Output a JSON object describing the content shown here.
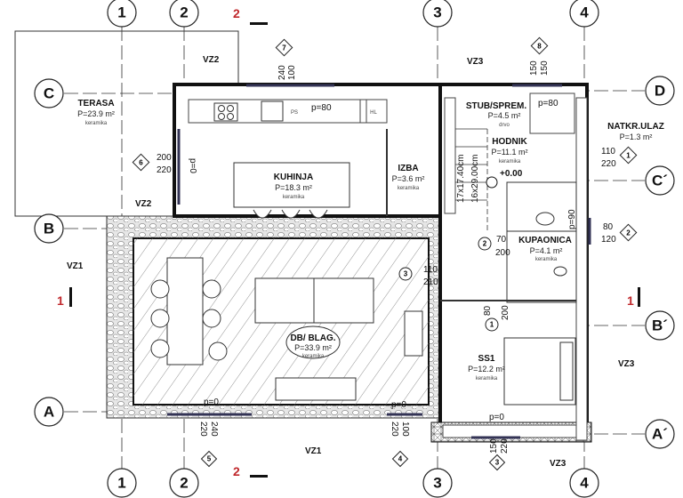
{
  "axes": {
    "columns": [
      "1",
      "2",
      "3",
      "4"
    ],
    "rows_left": [
      "C",
      "B",
      "A"
    ],
    "rows_right": [
      "D",
      "C´",
      "B´",
      "A´"
    ]
  },
  "sections": {
    "s1": "1",
    "s2": "2"
  },
  "rooms": {
    "terasa": {
      "name": "TERASA",
      "area": "P=23.9 m²",
      "floor": "keramika"
    },
    "kuhinja": {
      "name": "KUHINJA",
      "area": "P=18.3 m²",
      "floor": "keramika"
    },
    "izba": {
      "name": "IZBA",
      "area": "P=3.6 m²",
      "floor": "keramika"
    },
    "stub": {
      "name": "STUB/SPREM.",
      "area": "P=4.5 m²",
      "floor": "drvo"
    },
    "hodnik": {
      "name": "HODNIK",
      "area": "P=11.1 m²",
      "floor": "keramika",
      "level": "+0.00"
    },
    "natkr": {
      "name": "NATKR.ULAZ",
      "area": "P=1.3 m²"
    },
    "kupaonica": {
      "name": "KUPAONICA",
      "area": "P=4.1 m²",
      "floor": "keramika"
    },
    "dnevni": {
      "name": "DB/ BLAG.",
      "area": "P=33.9 m²",
      "floor": "keramika"
    },
    "ss1": {
      "name": "SS1",
      "area": "P=12.2 m²",
      "floor": "keramika"
    }
  },
  "wall_labels": {
    "vz1": "VZ1",
    "vz2": "VZ2",
    "vz3": "VZ3"
  },
  "stairs": {
    "a": "17x17.40cm",
    "b": "16x29.00cm"
  },
  "kitchen_items": {
    "ps": "PS",
    "hl": "HL"
  },
  "openings": [
    {
      "mark": "7",
      "w": "240",
      "h": "100"
    },
    {
      "mark": "8",
      "w": "150",
      "h": "150"
    },
    {
      "mark": "6",
      "w": "200",
      "h": "220"
    },
    {
      "mark": "1",
      "w": "110",
      "h": "220"
    },
    {
      "mark": "2",
      "w": "80",
      "h": "120"
    },
    {
      "mark": "5",
      "w": "220",
      "h": "240"
    },
    {
      "mark": "4",
      "w": "220",
      "h": "100"
    },
    {
      "mark": "3",
      "w": "150",
      "h": "220"
    }
  ],
  "doors": {
    "d3": {
      "mark": "3",
      "w": "110",
      "h": "210"
    },
    "d2": {
      "mark": "2",
      "w": "70",
      "h": "200"
    },
    "d1": {
      "mark": "1",
      "w": "80",
      "h": "200"
    }
  },
  "parapets": {
    "p80": "p=80",
    "p0": "p=0",
    "p90": "p=90"
  }
}
